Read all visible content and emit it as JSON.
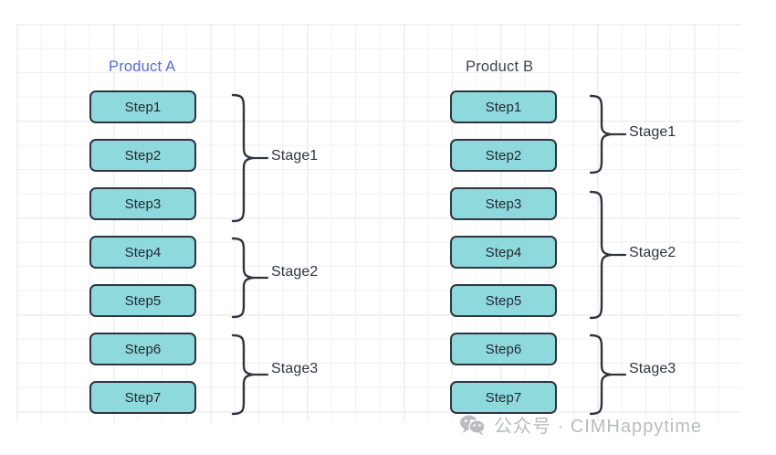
{
  "diagram": {
    "title_hidden": "",
    "columns": [
      {
        "id": "product-a",
        "label": "Product A",
        "label_color": "#5668e8",
        "steps": [
          {
            "label": "Step1"
          },
          {
            "label": "Step2"
          },
          {
            "label": "Step3"
          },
          {
            "label": "Step4"
          },
          {
            "label": "Step5"
          },
          {
            "label": "Step6"
          },
          {
            "label": "Step7"
          }
        ],
        "stages": [
          {
            "label": "Stage1",
            "steps": [
              "Step1",
              "Step2",
              "Step3"
            ]
          },
          {
            "label": "Stage2",
            "steps": [
              "Step4",
              "Step5"
            ]
          },
          {
            "label": "Stage3",
            "steps": [
              "Step6",
              "Step7"
            ]
          }
        ]
      },
      {
        "id": "product-b",
        "label": "Product B",
        "label_color": "#3d4450",
        "steps": [
          {
            "label": "Step1"
          },
          {
            "label": "Step2"
          },
          {
            "label": "Step3"
          },
          {
            "label": "Step4"
          },
          {
            "label": "Step5"
          },
          {
            "label": "Step6"
          },
          {
            "label": "Step7"
          }
        ],
        "stages": [
          {
            "label": "Stage1",
            "steps": [
              "Step1",
              "Step2"
            ]
          },
          {
            "label": "Stage2",
            "steps": [
              "Step3",
              "Step4",
              "Step5"
            ]
          },
          {
            "label": "Stage3",
            "steps": [
              "Step6",
              "Step7"
            ]
          }
        ]
      }
    ],
    "colors": {
      "box_fill": "#8ed9dc",
      "box_stroke": "#2e3440",
      "grid_minor": "#f0f0f0",
      "grid_major": "#e8e8e8",
      "text": "#222a33",
      "watermark": "#b9bcc0"
    }
  },
  "watermark": {
    "icon": "wechat-icon",
    "text": "公众号 · CIMHappytime"
  }
}
